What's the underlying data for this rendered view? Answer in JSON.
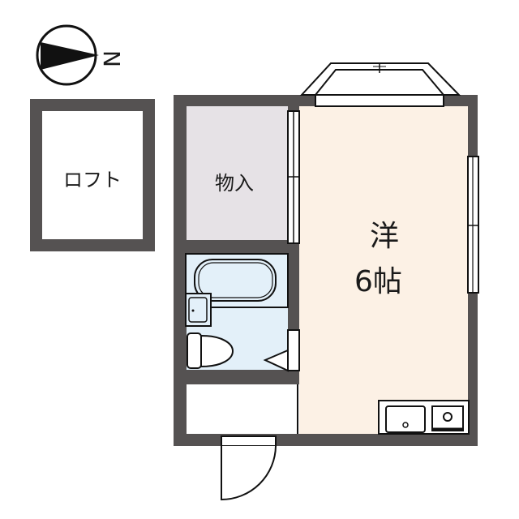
{
  "compass": {
    "direction_label": "N",
    "icon": "north-arrow-icon"
  },
  "rooms": {
    "loft": {
      "label": "ロフト"
    },
    "storage": {
      "label": "物入"
    },
    "western_room": {
      "name": "洋",
      "size": "6帖"
    },
    "bathroom": {
      "fixtures": [
        "bathtub",
        "washbasin",
        "toilet"
      ]
    },
    "entrance": {
      "label": ""
    }
  },
  "colors": {
    "wall": "#555252",
    "western_room_floor": "#fcf1e5",
    "storage_floor": "#e6e2e6",
    "bathroom_floor": "#e3f0f9",
    "line": "#111111",
    "background": "#ffffff"
  }
}
